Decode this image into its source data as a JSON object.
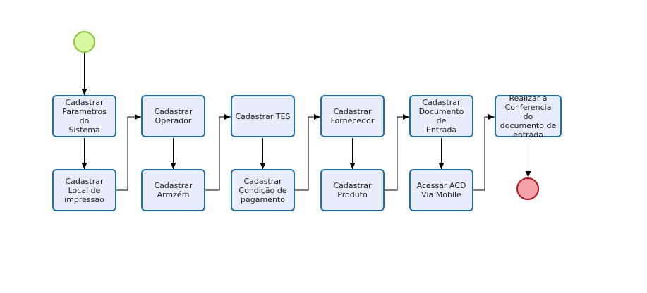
{
  "diagram": {
    "start_event": "start-event",
    "end_event": "end-event",
    "tasks": [
      {
        "label": "Cadastrar\nParametros do\nSistema"
      },
      {
        "label": "Cadastrar\nLocal de\nimpressão"
      },
      {
        "label": "Cadastrar\nOperador"
      },
      {
        "label": "Cadastrar\nArmzém"
      },
      {
        "label": "Cadastrar TES"
      },
      {
        "label": "Cadastrar\nCondição de\npagamento"
      },
      {
        "label": "Cadastrar\nFornecedor"
      },
      {
        "label": "Cadastrar\nProduto"
      },
      {
        "label": "Cadastrar\nDocumento de\nEntrada"
      },
      {
        "label": "Acessar ACD\nVia Mobile"
      },
      {
        "label": "Realizar a\nConferencia do\ndocumento de\nentrada"
      }
    ],
    "colors": {
      "task_border": "#1f6fa8",
      "task_fill": "#e9edfb",
      "start_fill": "#d9f7a0",
      "start_border": "#8dc63f",
      "end_fill": "#f5a3a8",
      "end_border": "#b0121c",
      "connector": "#000000"
    }
  }
}
